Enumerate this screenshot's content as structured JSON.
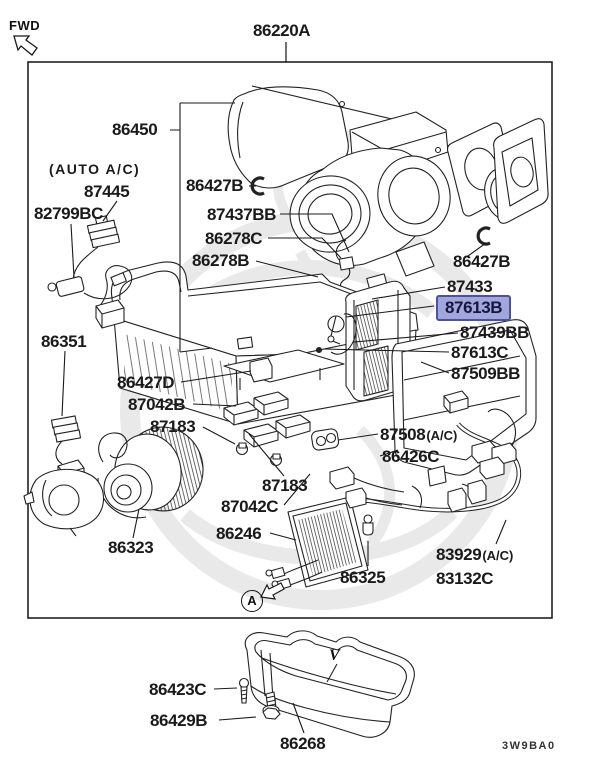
{
  "title_block": {
    "fwd_label": "FWD",
    "drawing_code": "3W9BA0"
  },
  "colors": {
    "highlight_fill": "#a2a7db",
    "highlight_border": "#4b50a4",
    "highlight_text": "#15153f",
    "line_color": "#1a1a1a"
  },
  "notes": {
    "auto_ac": "(AUTO A/C)",
    "ac_suffix": "(A/C)"
  },
  "markers": {
    "view_ref": "A",
    "tray_ref": "V"
  },
  "highlighted_part": "87613B",
  "parts": {
    "86220A": "86220A",
    "86450": "86450",
    "87445": "87445",
    "82799BC": "82799BC",
    "86427B": "86427B",
    "87437BB": "87437BB",
    "86278C": "86278C",
    "86278B": "86278B",
    "87433": "87433",
    "87613B": "87613B",
    "87439BB": "87439BB",
    "87613C": "87613C",
    "87509BB": "87509BB",
    "86351": "86351",
    "86427D": "86427D",
    "87042B": "87042B",
    "87183": "87183",
    "87508": "87508",
    "86426C": "86426C",
    "87042C": "87042C",
    "86246": "86246",
    "86323": "86323",
    "86325": "86325",
    "83929": "83929",
    "83132C": "83132C",
    "86423C": "86423C",
    "86429B": "86429B",
    "86268": "86268"
  }
}
